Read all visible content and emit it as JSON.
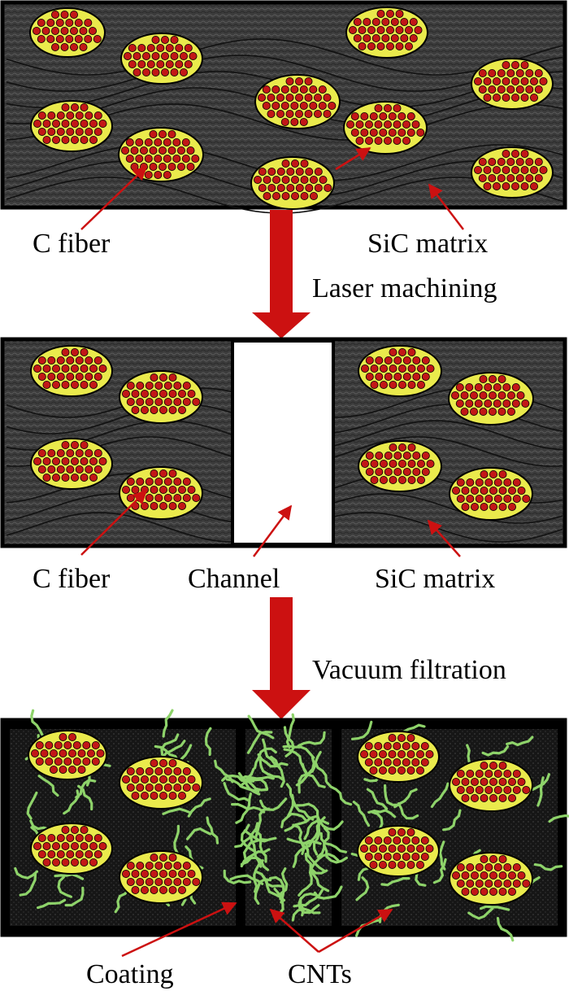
{
  "diagram": {
    "stage1": {
      "fiber_label": "C fiber",
      "matrix_label": "SiC matrix"
    },
    "step1_label": "Laser machining",
    "stage2": {
      "fiber_label": "C fiber",
      "channel_label": "Channel",
      "matrix_label": "SiC matrix"
    },
    "step2_label": "Vacuum filtration",
    "stage3": {
      "coating_label": "Coating",
      "cnts_label": "CNTs"
    },
    "colors": {
      "matrix": "#3c3c3c",
      "fiber_bundle": "#eaea4c",
      "fiber_dot": "#c21717",
      "arrow": "#cc1111",
      "cnt": "#8ed36a",
      "channel": "#ffffff",
      "border": "#000000"
    }
  }
}
